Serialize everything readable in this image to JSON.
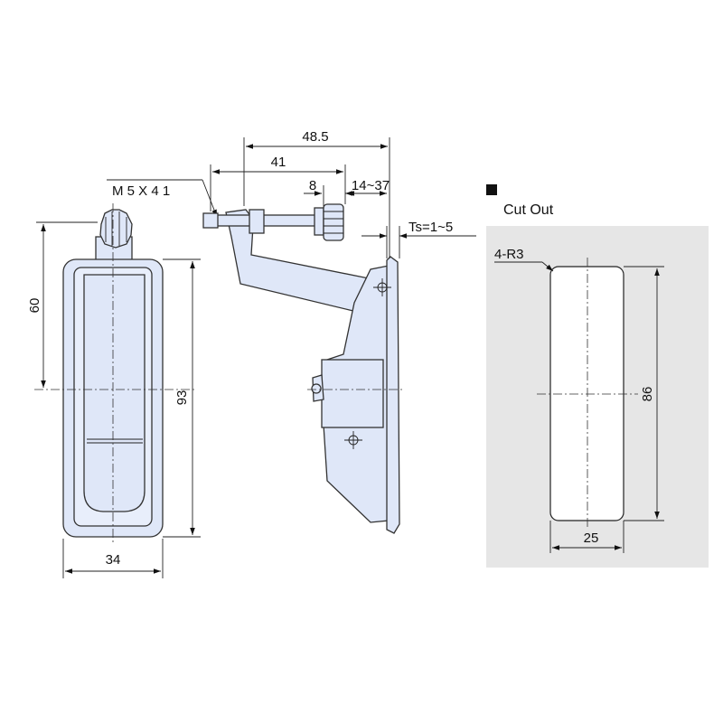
{
  "colors": {
    "part_fill": "#dfe7f8",
    "part_fill_inner": "#e8eefb",
    "cutout_background": "#e6e6e6",
    "cutout_fill": "#ffffff",
    "line": "#222222",
    "marker": "#111111"
  },
  "front_view": {
    "thread_label": "M 5 X 4 1",
    "height_60": "60",
    "height_93": "93",
    "width_34": "34"
  },
  "side_view": {
    "dim_48_5": "48.5",
    "dim_41": "41",
    "dim_8": "8",
    "dim_14_37": "14~37",
    "thickness": "Ts=1~5"
  },
  "cutout": {
    "title": "Cut Out",
    "radius_label": "4-R3",
    "height_86": "86",
    "width_25": "25"
  }
}
